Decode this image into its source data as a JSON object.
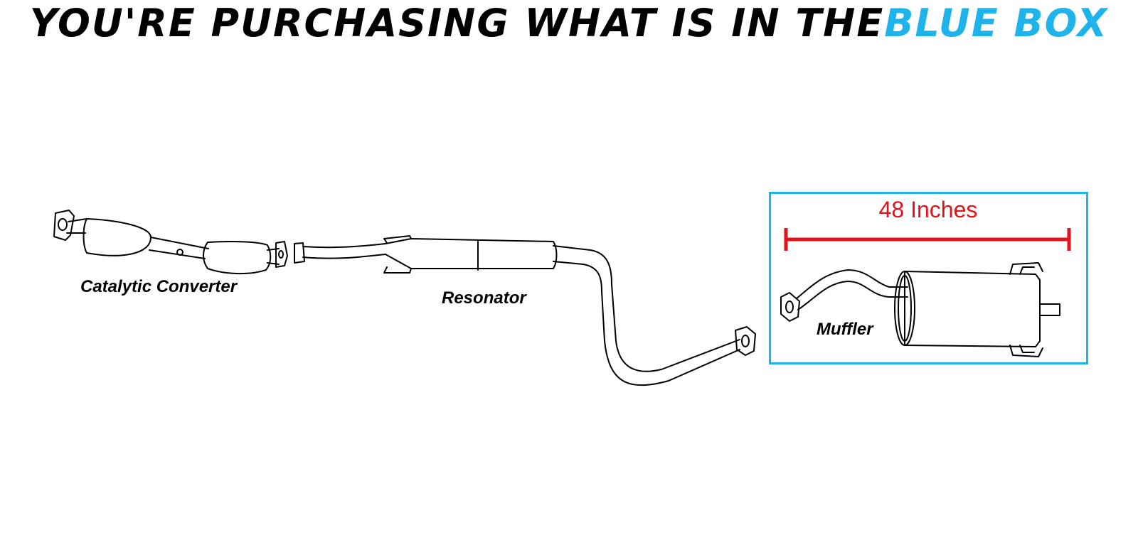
{
  "headline": {
    "prefix": "YOU'RE PURCHASING WHAT IS IN THE ",
    "accent": "BLUE BOX"
  },
  "colors": {
    "accent_blue": "#1fb3ec",
    "dimension_red": "#e3131b",
    "outline": "#000000"
  },
  "labels": {
    "catalytic_converter": "Catalytic Converter",
    "resonator": "Resonator",
    "muffler": "Muffler"
  },
  "dimension": {
    "text": "48 Inches"
  }
}
